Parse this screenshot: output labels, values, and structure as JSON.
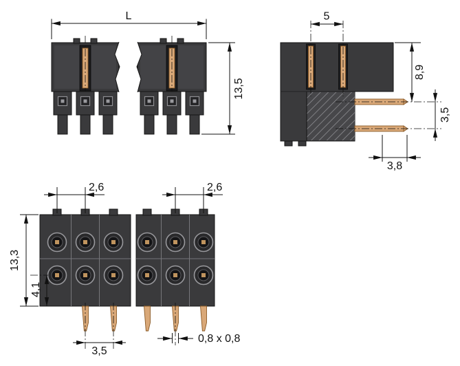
{
  "drawing": {
    "front_view": {
      "dim_length": "L",
      "dim_height": "13,5"
    },
    "side_view": {
      "dim_pin_pitch": "5",
      "dim_top_to_pin": "8,9",
      "dim_row_spacing": "3,5",
      "dim_protrusion": "3,8"
    },
    "bottom_view": {
      "dim_pitch_left": "2,6",
      "dim_pitch_right": "2,6",
      "dim_height": "13,3",
      "dim_row_offset": "4,1",
      "dim_pin_pitch": "3,5",
      "dim_pin_size": "0,8 x 0,8"
    },
    "colors": {
      "housing_body": "#3a3a3c",
      "slot": "#1c1c1e",
      "pin_copper": "#d9a878",
      "dimension_line": "#111111",
      "background": "#ffffff"
    }
  }
}
